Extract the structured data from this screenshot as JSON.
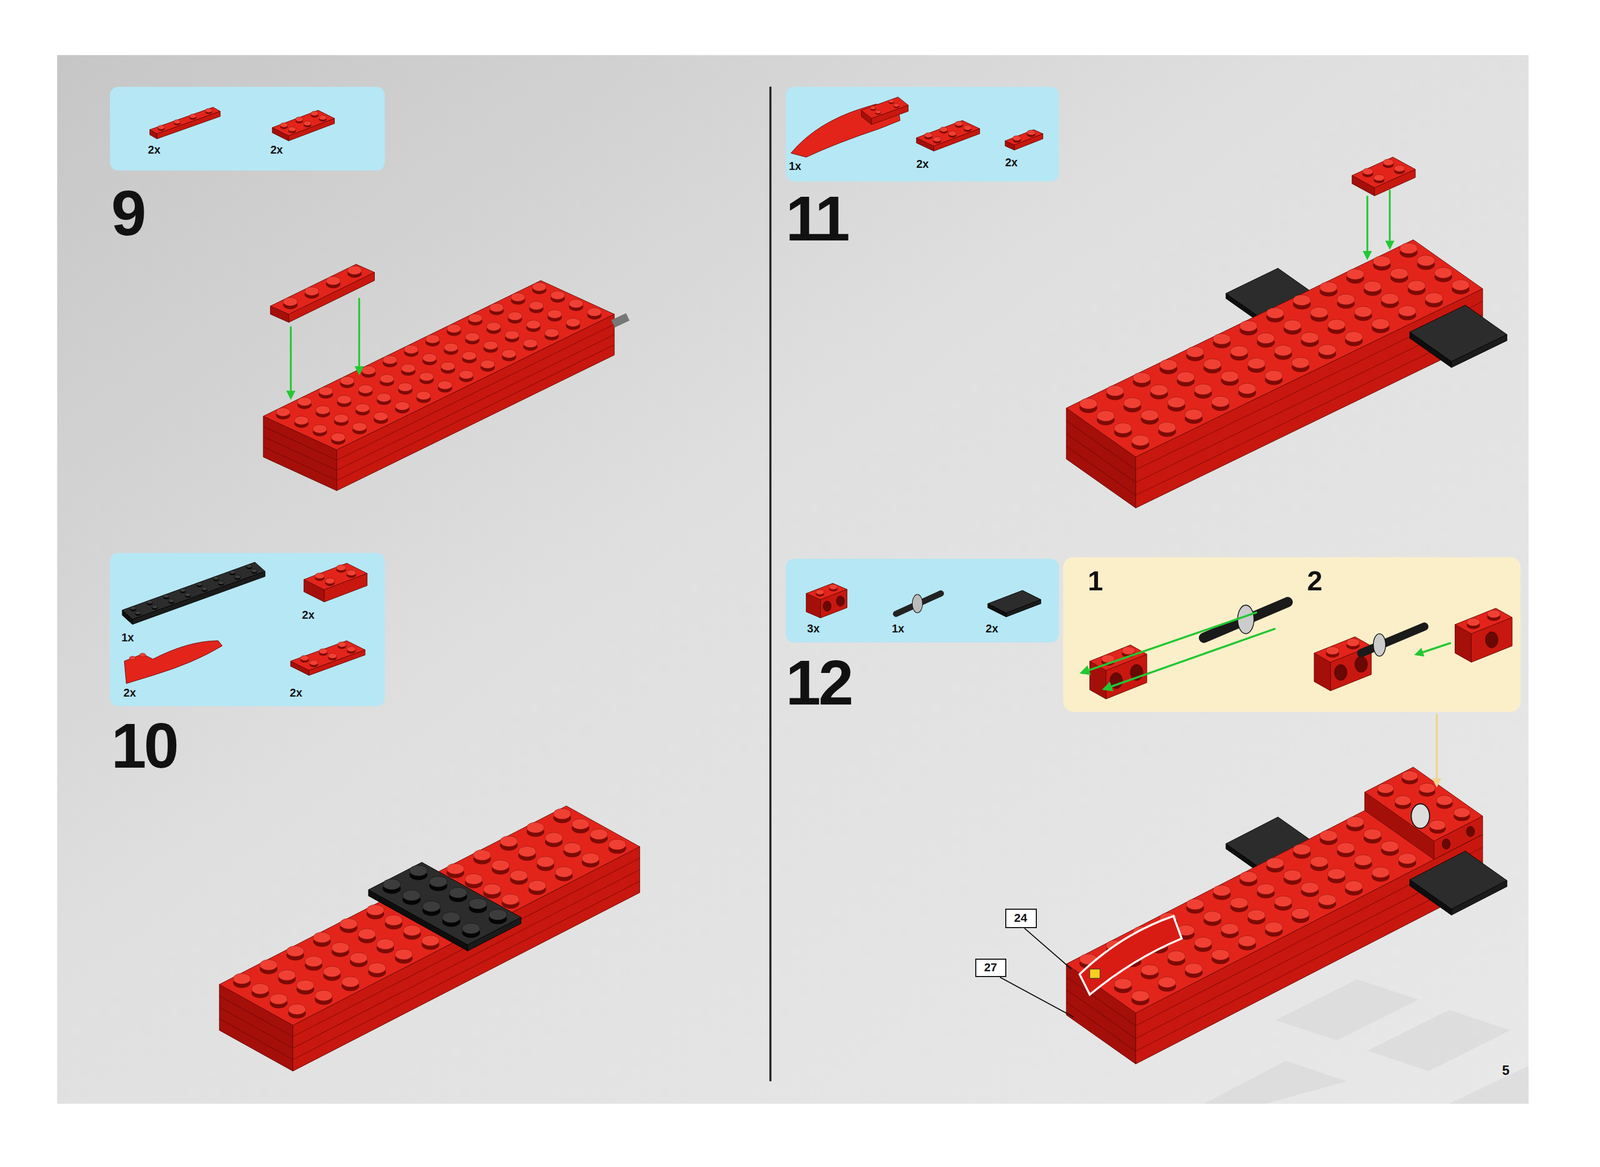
{
  "diagram": {
    "nodes": [
      {
        "text": [
          "2x",
          "2x"
        ]
      },
      {
        "text": [
          "2x",
          "1x",
          "2x",
          "2x"
        ]
      },
      {
        "text": [
          "1x",
          "2x",
          "2x"
        ]
      },
      {
        "text": [
          "3x",
          "1x",
          "2x"
        ]
      },
      {
        "text": [
          "1",
          "2"
        ]
      },
      {
        "text": [
          "24"
        ]
      },
      {
        "text": [
          "27"
        ]
      }
    ],
    "labels": [
      "9",
      "10",
      "11",
      "12",
      "5"
    ]
  }
}
